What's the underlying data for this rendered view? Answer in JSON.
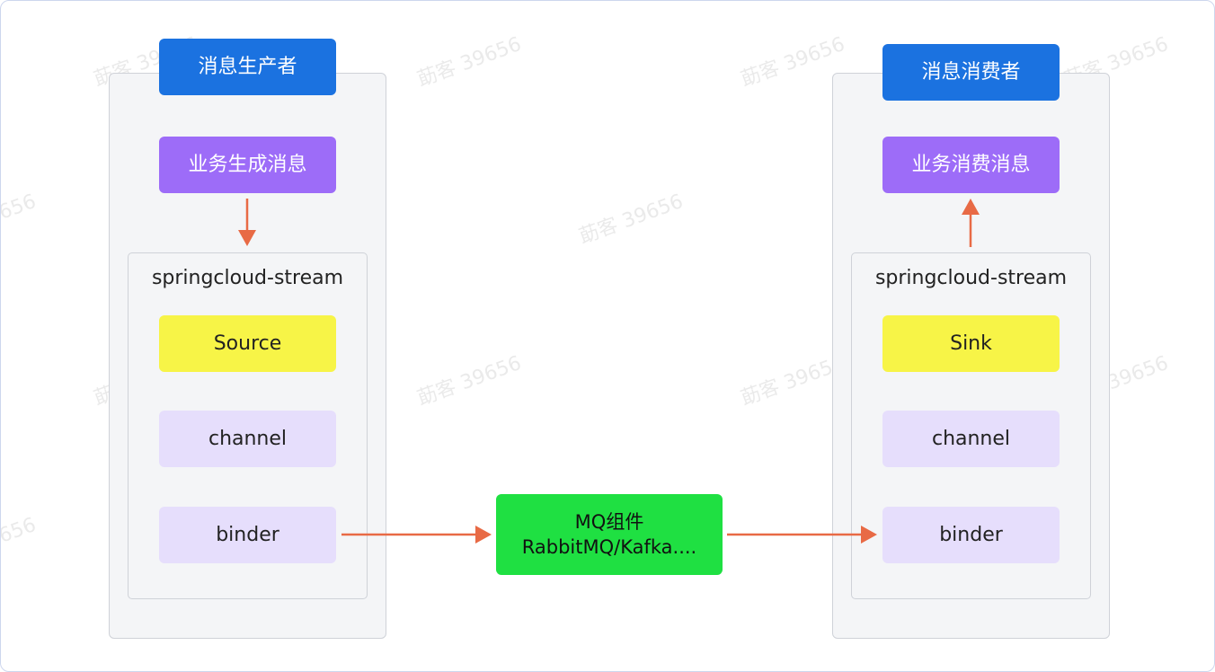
{
  "watermark": {
    "text": "莇客 39656"
  },
  "producer": {
    "title": "消息生产者",
    "business": "业务生成消息",
    "stream_label": "springcloud-stream",
    "source": "Source",
    "channel": "channel",
    "binder": "binder"
  },
  "consumer": {
    "title": "消息消费者",
    "business": "业务消费消息",
    "stream_label": "springcloud-stream",
    "sink": "Sink",
    "channel": "channel",
    "binder": "binder"
  },
  "mq": {
    "line1": "MQ组件",
    "line2": "RabbitMQ/Kafka...."
  },
  "colors": {
    "title": "#1b72e0",
    "business": "#9d6cf8",
    "source_sink": "#f7f447",
    "channel_binder": "#e6defc",
    "mq": "#1fe042",
    "arrow": "#e86a45",
    "container_bg": "#f4f5f7",
    "container_border": "#cfd2d8"
  }
}
